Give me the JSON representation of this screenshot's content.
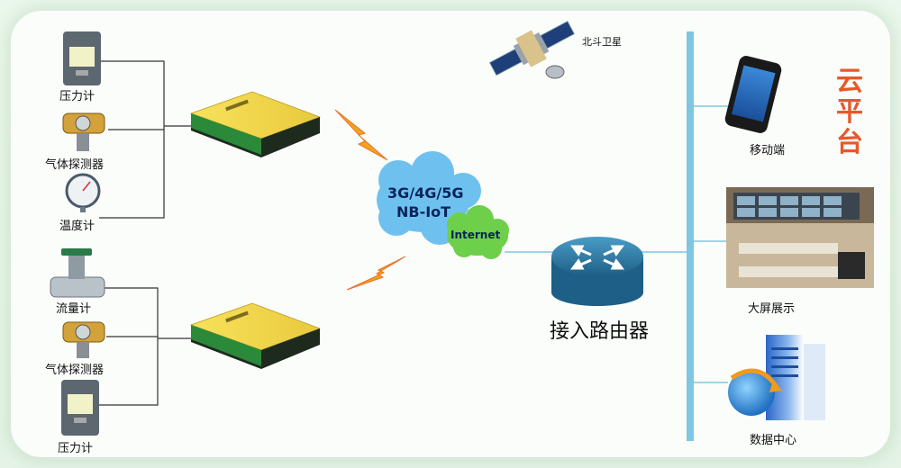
{
  "sensors_group1": [
    {
      "label": "压力计",
      "icon": "pressure-gauge-icon"
    },
    {
      "label": "气体探测器",
      "icon": "gas-detector-icon"
    },
    {
      "label": "温度计",
      "icon": "thermometer-icon"
    }
  ],
  "sensors_group2": [
    {
      "label": "流量计",
      "icon": "flowmeter-icon"
    },
    {
      "label": "气体探测器",
      "icon": "gas-detector-icon"
    },
    {
      "label": "压力计",
      "icon": "pressure-gauge-icon"
    }
  ],
  "satellite": {
    "label": "北斗卫星",
    "icon": "satellite-icon"
  },
  "network": {
    "line1": "3G/4G/5G",
    "line2": "NB-IoT",
    "internet": "Internet"
  },
  "router": {
    "label": "接入路由器",
    "icon": "router-icon"
  },
  "cloud_platform": {
    "title_chars": [
      "云",
      "平",
      "台"
    ]
  },
  "endpoints": [
    {
      "label": "移动端",
      "icon": "smartphone-icon"
    },
    {
      "label": "大屏展示",
      "icon": "control-room-image"
    },
    {
      "label": "数据中心",
      "icon": "server-globe-icon"
    }
  ],
  "colors": {
    "bus": "#7fc6e0",
    "accent_text": "#e8582a",
    "cloud": "#6ec1ef",
    "internet_cloud": "#6ecf4b",
    "router": "#2f7fa8"
  }
}
